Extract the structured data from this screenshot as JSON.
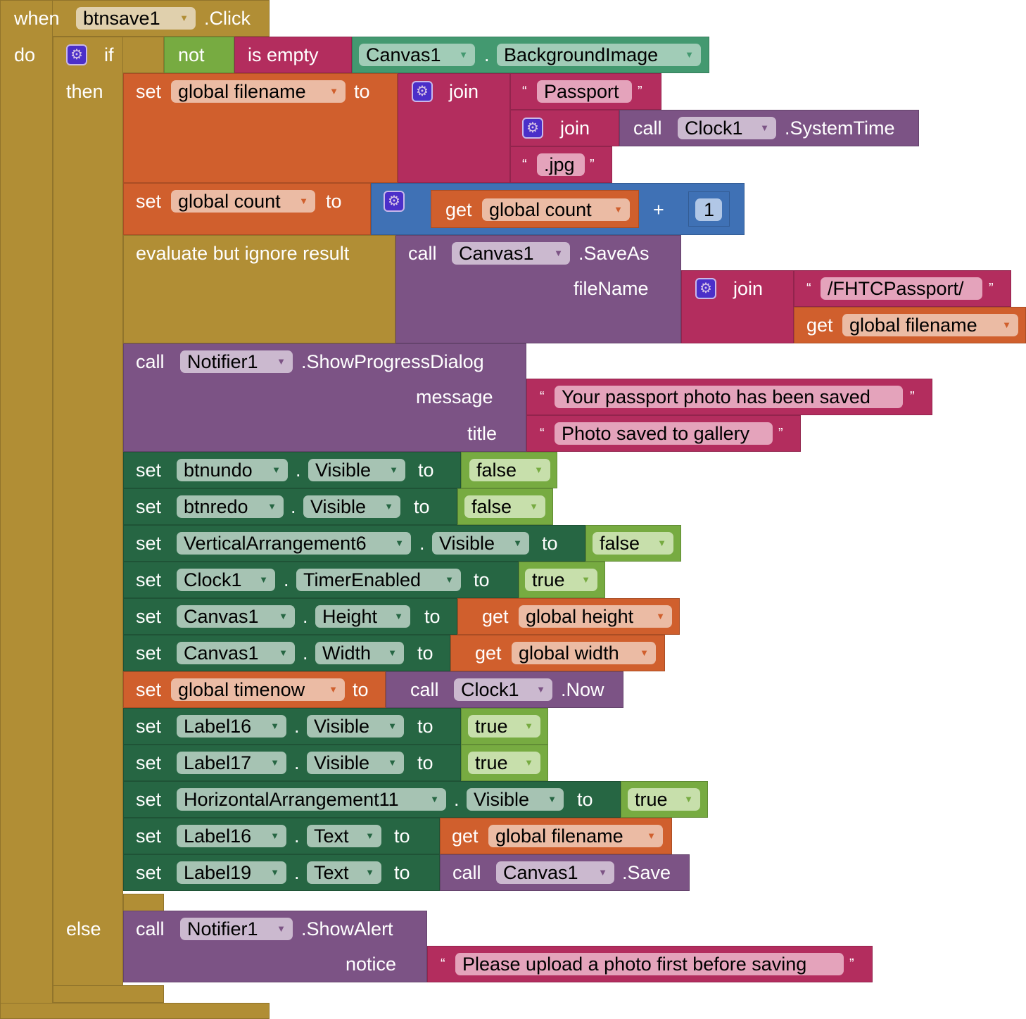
{
  "quotes": {
    "open": "“",
    "close": "”"
  },
  "event": {
    "when": "when",
    "component": "btnsave1",
    "suffix": ".Click",
    "do": "do"
  },
  "if_block": {
    "if": "if",
    "then": "then",
    "else": "else"
  },
  "cond": {
    "not": "not",
    "is_empty": "is empty",
    "component": "Canvas1",
    "dot": ".",
    "property": "BackgroundImage"
  },
  "set_filename": {
    "set": "set",
    "var": "global filename",
    "to": "to",
    "join": "join",
    "text1": "Passport",
    "join2": "join",
    "call": "call",
    "component": "Clock1",
    "method": ".SystemTime",
    "text2": ".jpg"
  },
  "set_count": {
    "set": "set",
    "var": "global count",
    "to": "to",
    "get": "get",
    "get_var": "global count",
    "op": "+",
    "num": "1"
  },
  "save_as": {
    "evaluate": "evaluate but ignore result",
    "call": "call",
    "component": "Canvas1",
    "method": ".SaveAs",
    "arg": "fileName",
    "join": "join",
    "text": "/FHTCPassport/",
    "get": "get",
    "get_var": "global filename"
  },
  "progress": {
    "call": "call",
    "component": "Notifier1",
    "method": ".ShowProgressDialog",
    "arg1": "message",
    "text1": "Your passport photo has been saved",
    "arg2": "title",
    "text2": "Photo saved to gallery"
  },
  "setters": [
    {
      "set": "set",
      "component": "btnundo",
      "dot": ".",
      "property": "Visible",
      "to": "to",
      "value": "false"
    },
    {
      "set": "set",
      "component": "btnredo",
      "dot": ".",
      "property": "Visible",
      "to": "to",
      "value": "false"
    },
    {
      "set": "set",
      "component": "VerticalArrangement6",
      "dot": ".",
      "property": "Visible",
      "to": "to",
      "value": "false"
    },
    {
      "set": "set",
      "component": "Clock1",
      "dot": ".",
      "property": "TimerEnabled",
      "to": "to",
      "value": "true"
    },
    {
      "set": "set",
      "component": "Canvas1",
      "dot": ".",
      "property": "Height",
      "to": "to",
      "get": "get",
      "value": "global height"
    },
    {
      "set": "set",
      "component": "Canvas1",
      "dot": ".",
      "property": "Width",
      "to": "to",
      "get": "get",
      "value": "global width"
    },
    {
      "set": "set",
      "component": "Label16",
      "dot": ".",
      "property": "Visible",
      "to": "to",
      "value": "true"
    },
    {
      "set": "set",
      "component": "Label17",
      "dot": ".",
      "property": "Visible",
      "to": "to",
      "value": "true"
    },
    {
      "set": "set",
      "component": "HorizontalArrangement11",
      "dot": ".",
      "property": "Visible",
      "to": "to",
      "value": "true"
    },
    {
      "set": "set",
      "component": "Label16",
      "dot": ".",
      "property": "Text",
      "to": "to",
      "get": "get",
      "value": "global filename"
    },
    {
      "set": "set",
      "component": "Label19",
      "dot": ".",
      "property": "Text",
      "to": "to",
      "call": "call",
      "call_component": "Canvas1",
      "call_method": ".Save"
    }
  ],
  "set_timenow": {
    "set": "set",
    "var": "global timenow",
    "to": "to",
    "call": "call",
    "component": "Clock1",
    "method": ".Now"
  },
  "alert": {
    "call": "call",
    "component": "Notifier1",
    "method": ".ShowAlert",
    "arg": "notice",
    "text": "Please upload a photo first before saving"
  },
  "colors": {
    "control": "#b18e35",
    "logic": "#77ab41",
    "text": "#b32d5e",
    "component": "#439970",
    "variable": "#d05f2d",
    "math": "#3f71b5",
    "procedure": "#7c5385",
    "setter": "#266643"
  }
}
